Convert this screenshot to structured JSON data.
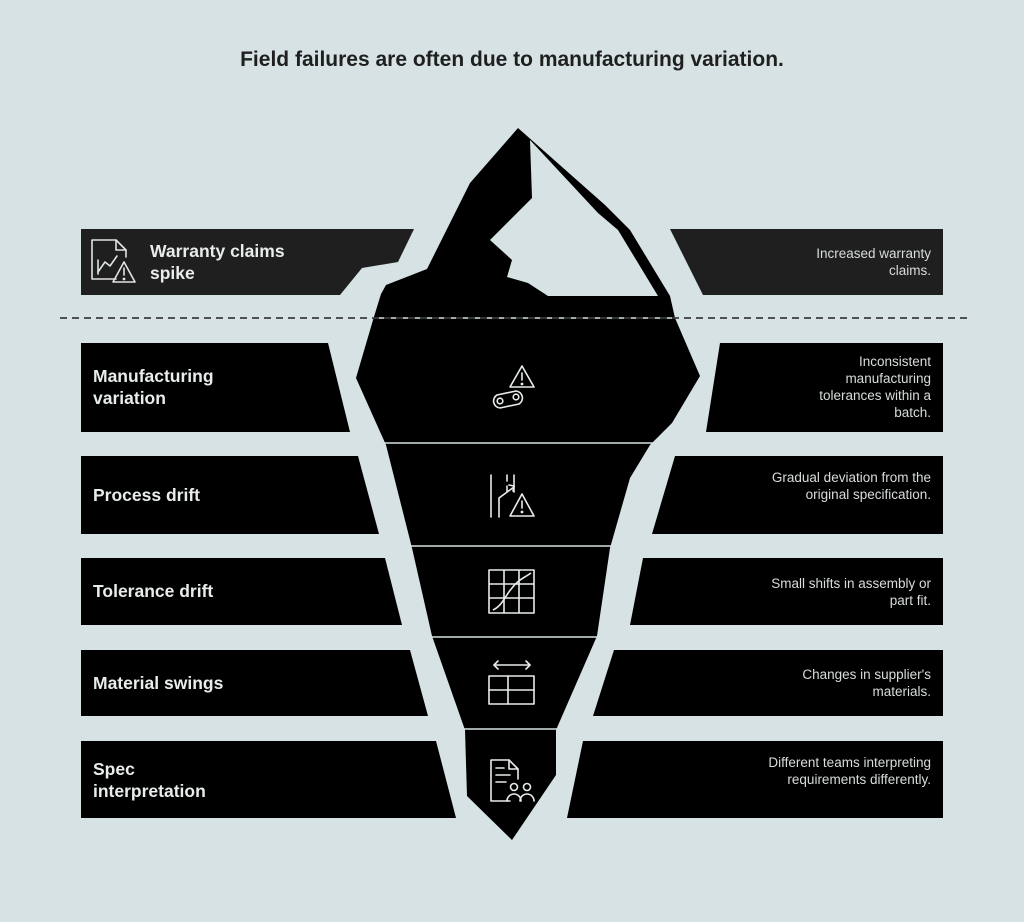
{
  "title": "Field failures are often due to manufacturing variation.",
  "colors": {
    "background": "#d6e2e3",
    "dark": "#000000",
    "top_bar": "#1f1f1f",
    "snow": "#d6e2e3"
  },
  "surface": {
    "label": "Warranty claims spike",
    "description": "Increased warranty claims.",
    "icon": "chart-warning-icon"
  },
  "layers": [
    {
      "label": "Manufacturing variation",
      "description": "Inconsistent manufacturing tolerances within a batch.",
      "icon": "gear-chain-warning-icon"
    },
    {
      "label": "Process drift",
      "description": "Gradual deviation from the original specification.",
      "icon": "road-warning-icon"
    },
    {
      "label": "Tolerance drift",
      "description": "Small shifts in assembly or part fit.",
      "icon": "grid-curve-icon"
    },
    {
      "label": "Material swings",
      "description": "Changes in supplier's materials.",
      "icon": "panels-arrow-icon"
    },
    {
      "label": "Spec interpretation",
      "description": "Different teams interpreting requirements differently.",
      "icon": "document-team-icon"
    }
  ]
}
